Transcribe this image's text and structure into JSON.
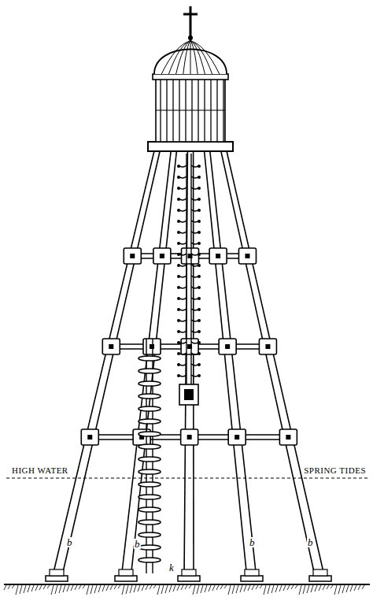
{
  "diagram": {
    "labels": [
      "HIGH WATER",
      "SPRING TIDES",
      "b",
      "b",
      "b",
      "b",
      "k"
    ]
  }
}
